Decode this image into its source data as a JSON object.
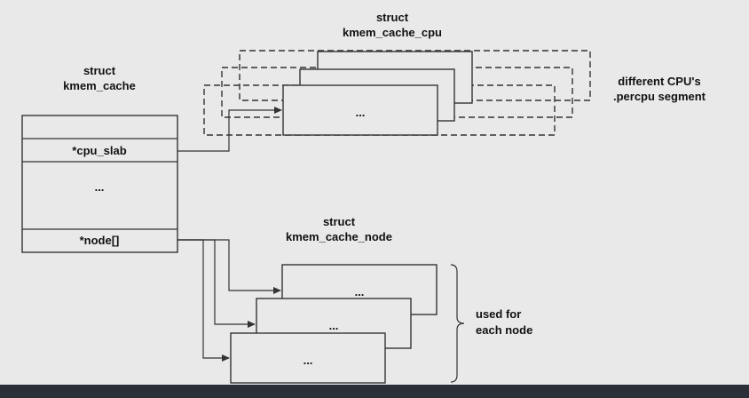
{
  "kmem_cache": {
    "title_line1": "struct",
    "title_line2": "kmem_cache",
    "fields": [
      "*cpu_slab",
      "...",
      "*node[]"
    ]
  },
  "kmem_cache_cpu": {
    "title_line1": "struct",
    "title_line2": "kmem_cache_cpu",
    "box_label": "...",
    "side_note_line1": "different CPU's",
    "side_note_line2": ".percpu segment"
  },
  "kmem_cache_node": {
    "title_line1": "struct",
    "title_line2": "kmem_cache_node",
    "box_labels": [
      "...",
      "...",
      "..."
    ],
    "side_note_line1": "used for",
    "side_note_line2": "each node"
  }
}
